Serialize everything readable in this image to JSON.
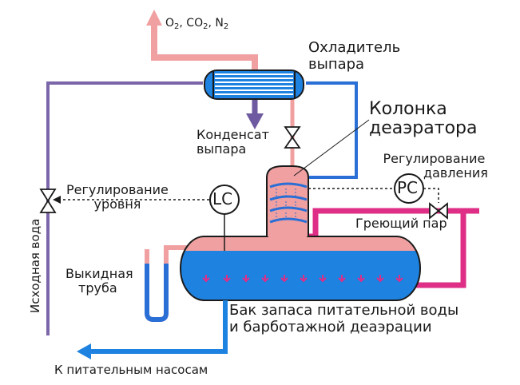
{
  "colors": {
    "water": "#1e82e0",
    "water_line": "#2a6fd6",
    "vapor": "#f0a0a0",
    "steam": "#de2e86",
    "source_water": "#7c66aa",
    "condensate": "#6e5aa0"
  },
  "icons": [
    "valve-icon",
    "arrow-up-icon",
    "arrow-down-icon",
    "arrow-left-icon"
  ],
  "labels": {
    "gas_o2_base": "O",
    "gas_o2_sub": "2",
    "gas_co2_base": ", CO",
    "gas_co2_sub": "2",
    "gas_n2_base": ", N",
    "gas_n2_sub": "2",
    "cooler_line1": "Охладитель",
    "cooler_line2": "выпара",
    "column_line1": "Колонка",
    "column_line2": "деаэратора",
    "condensate_line1": "Конденсат",
    "condensate_line2": "выпара",
    "pressure_reg_line1": "Регулирование",
    "pressure_reg_line2": "давления",
    "level_reg_line1": "Регулирование",
    "level_reg_line2": "уровня",
    "lc": "LC",
    "pc": "PC",
    "heating_steam": "Греющий пар",
    "source_water": "Исходная вода",
    "overflow_line1": "Выкидная",
    "overflow_line2": "труба",
    "tank_line1": "Бак запаса питательной воды",
    "tank_line2": "и барботажной деаэрации",
    "to_pumps": "К питательным насосам"
  }
}
